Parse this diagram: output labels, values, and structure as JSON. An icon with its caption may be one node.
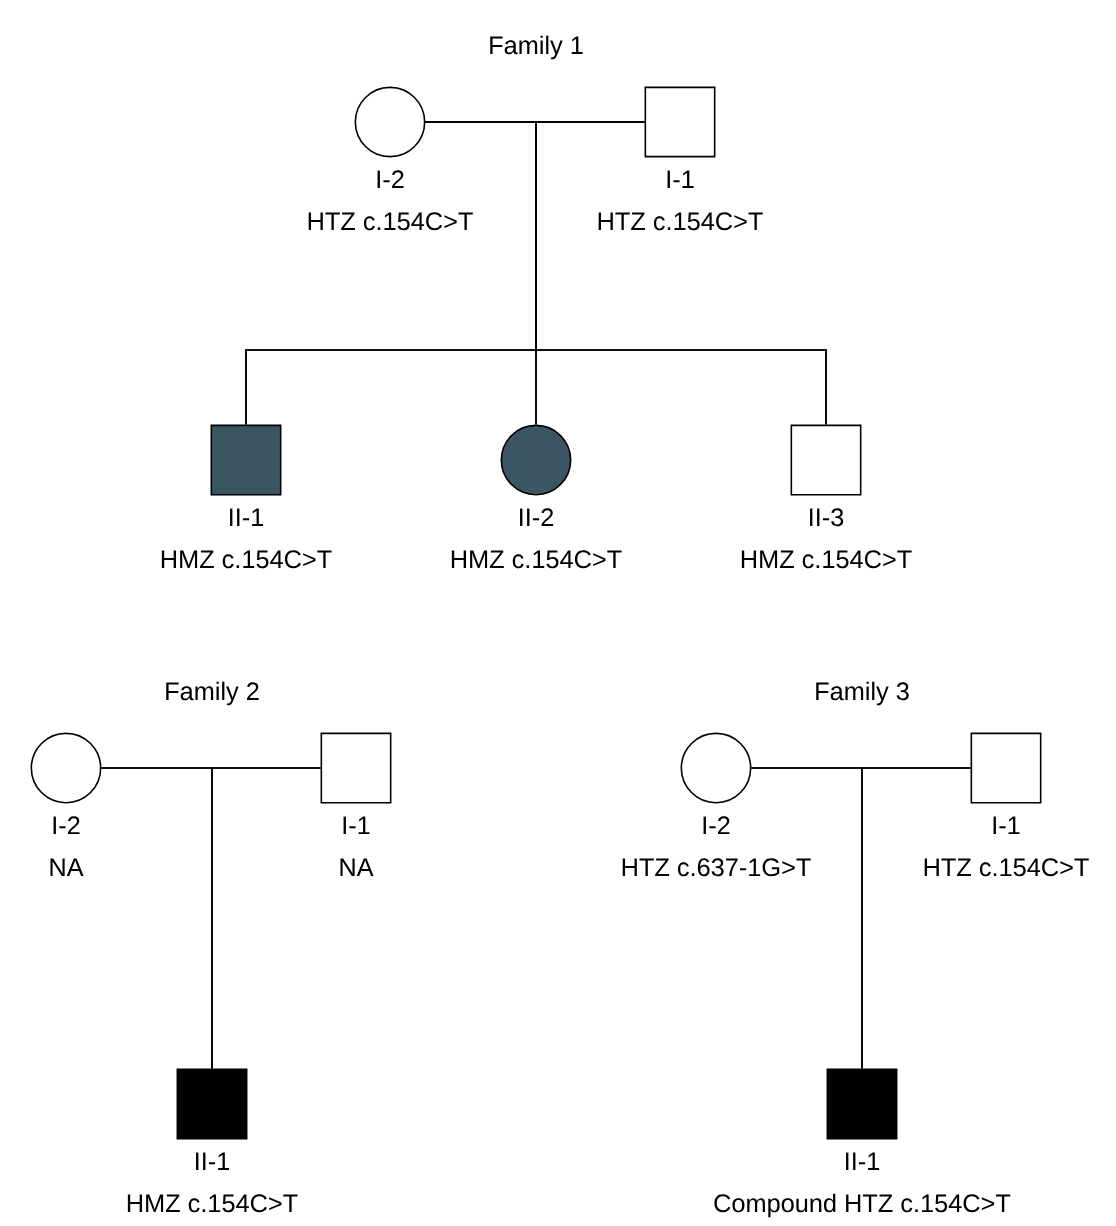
{
  "diagram": {
    "nodes": [
      {
        "text": [],
        "shape": "circle",
        "beside": [
          "I-2",
          "HTZ c.154C>T"
        ]
      },
      {
        "text": [],
        "shape": "box",
        "beside": [
          "I-1",
          "HTZ c.154C>T"
        ]
      },
      {
        "text": [],
        "shape": "box",
        "beside": [
          "II-1",
          "HMZ c.154C>T"
        ]
      },
      {
        "text": [],
        "shape": "circle",
        "beside": [
          "II-2",
          "HMZ c.154C>T"
        ]
      },
      {
        "text": [],
        "shape": "box",
        "beside": [
          "II-3",
          "HMZ c.154C>T"
        ]
      },
      {
        "text": [],
        "shape": "circle",
        "beside": [
          "I-2",
          "NA"
        ]
      },
      {
        "text": [],
        "shape": "box",
        "beside": [
          "I-1",
          "NA"
        ]
      },
      {
        "text": [],
        "shape": "box",
        "beside": [
          "II-1",
          "HMZ c.154C>T"
        ]
      },
      {
        "text": [],
        "shape": "circle",
        "beside": [
          "I-2",
          "HTZ c.637-1G>T"
        ]
      },
      {
        "text": [],
        "shape": "box",
        "beside": [
          "I-1",
          "HTZ c.154C>T"
        ]
      },
      {
        "text": [],
        "shape": "box",
        "beside": [
          "II-1",
          "Compound HTZ c.154C>T"
        ]
      }
    ],
    "edges": [
      {
        "from": 0,
        "to": 1,
        "arrow": "none"
      },
      {
        "from": 0,
        "to": 2,
        "arrow": "none"
      },
      {
        "from": 0,
        "to": 3,
        "arrow": "none"
      },
      {
        "from": 0,
        "to": 4,
        "arrow": "none"
      },
      {
        "from": 1,
        "to": 2,
        "arrow": "none"
      },
      {
        "from": 1,
        "to": 3,
        "arrow": "none"
      },
      {
        "from": 1,
        "to": 4,
        "arrow": "none"
      },
      {
        "from": 5,
        "to": 6,
        "arrow": "none"
      },
      {
        "from": 5,
        "to": 7,
        "arrow": "none"
      },
      {
        "from": 6,
        "to": 7,
        "arrow": "none"
      },
      {
        "from": 8,
        "to": 9,
        "arrow": "none"
      },
      {
        "from": 8,
        "to": 10,
        "arrow": "none"
      },
      {
        "from": 9,
        "to": 10,
        "arrow": "none"
      }
    ],
    "labels": [
      "Family 1",
      "Family 2",
      "Family 3"
    ]
  }
}
